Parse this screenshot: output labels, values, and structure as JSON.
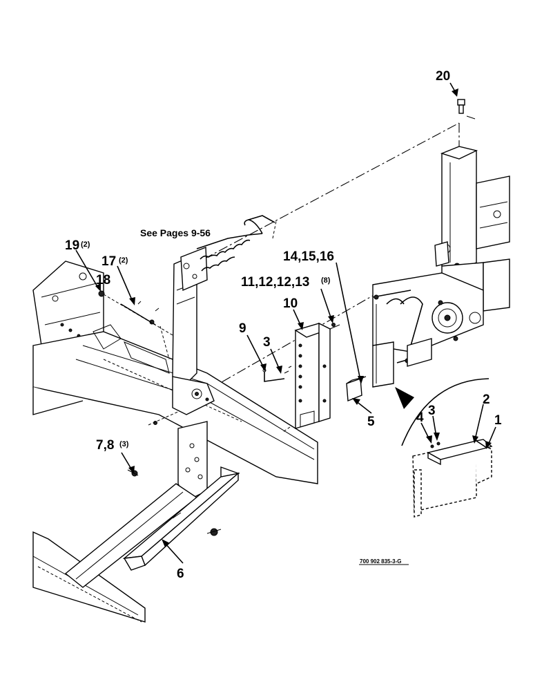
{
  "callouts": {
    "c20": "20",
    "c19": "19",
    "c19_qty": "(2)",
    "c17": "17",
    "c17_qty": "(2)",
    "c18": "18",
    "c14_16": "14,15,16",
    "c11_13": "11,12,12,13",
    "c11_13_qty": "(8)",
    "c10": "10",
    "c9": "9",
    "c3": "3",
    "c5": "5",
    "c7_8": "7,8",
    "c7_8_qty": "(3)",
    "c6": "6",
    "c2": "2",
    "c4": "4",
    "c3_inset": "3",
    "c1": "1"
  },
  "see_pages_note": "See Pages 9-56",
  "drawing_code": "700 902 835-3-G"
}
